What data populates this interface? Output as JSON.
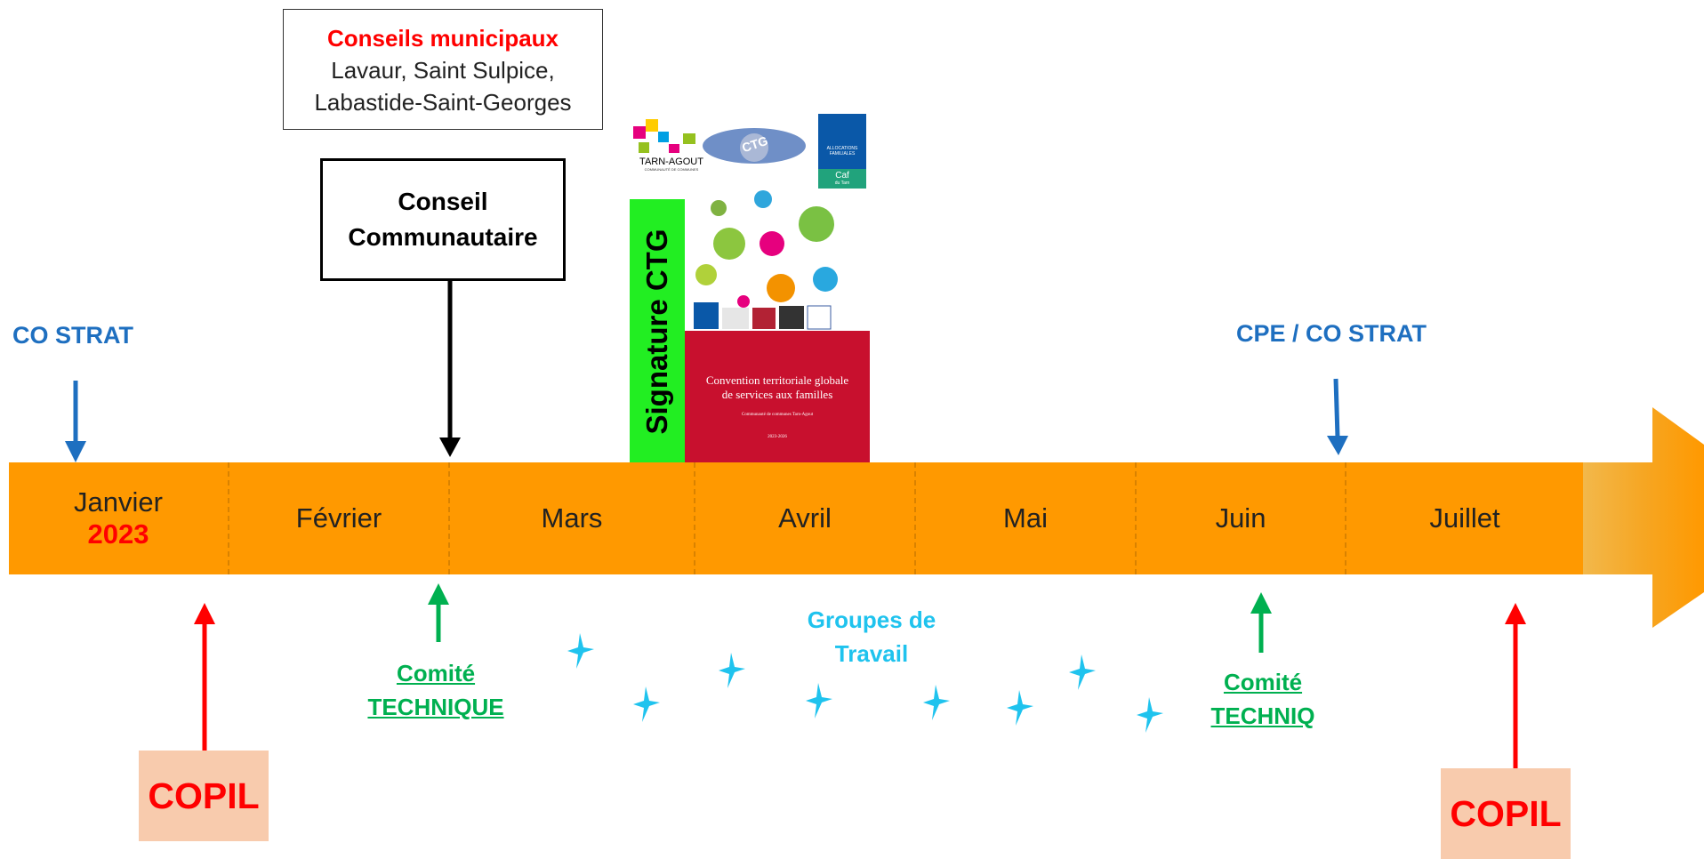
{
  "conseils_municipaux": {
    "title": "Conseils municipaux",
    "line1": "Lavaur, Saint Sulpice,",
    "line2": "Labastide-Saint-Georges"
  },
  "conseil_communautaire": {
    "line1": "Conseil",
    "line2": "Communautaire"
  },
  "co_strat_left": "CO STRAT",
  "cpe_co_strat": "CPE / CO STRAT",
  "months": [
    {
      "label": "Janvier",
      "year": "2023"
    },
    {
      "label": "Février"
    },
    {
      "label": "Mars"
    },
    {
      "label": "Avril"
    },
    {
      "label": "Mai"
    },
    {
      "label": "Juin"
    },
    {
      "label": "Juillet"
    }
  ],
  "comite_technique": {
    "line1": "Comité",
    "line2": "TECHNIQUE"
  },
  "comite_techniq": {
    "line1": "Comité",
    "line2": "TECHNIQ"
  },
  "groupes_travail": {
    "line1": "Groupes de",
    "line2": "Travail"
  },
  "copil_left": "COPIL",
  "copil_right": "COPIL",
  "document": {
    "side_label": "Signature CTG",
    "tarn_agout": "TARN-AGOUT",
    "tarn_agout_sub": "COMMUNAUTÉ DE COMMUNES",
    "ctg": "CTG",
    "caf_line1": "ALLOCATIONS",
    "caf_line2": "FAMILIALES",
    "caf_name": "Caf",
    "caf_sub": "du Tarn",
    "title_line1": "Convention territoriale globale",
    "title_line2": "de services aux familles",
    "subtitle": "Communauté de communes Tarn-Agout",
    "years": "2023-2026"
  },
  "colors": {
    "orange": "#ff9900",
    "red": "#ff0000",
    "blue": "#1e6fc0",
    "green": "#00b050",
    "cyan": "#1fc3ee",
    "copil_bg": "#f8cbad"
  }
}
